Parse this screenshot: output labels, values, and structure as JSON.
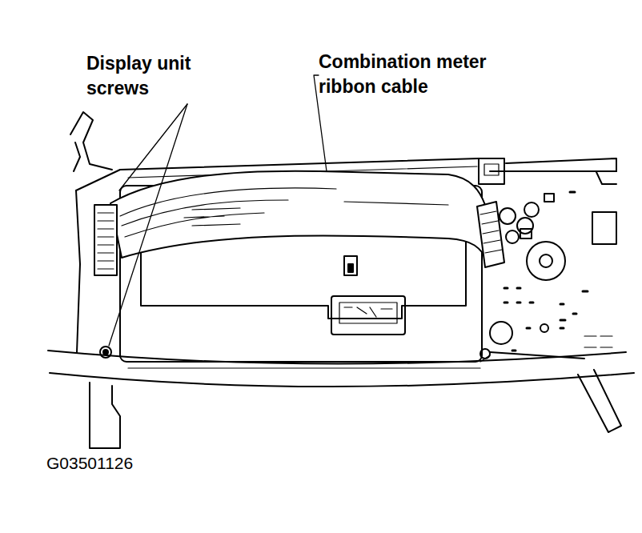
{
  "diagram": {
    "labels": [
      "Display unit screws",
      "Combination meter ribbon cable",
      "G03501126"
    ]
  }
}
